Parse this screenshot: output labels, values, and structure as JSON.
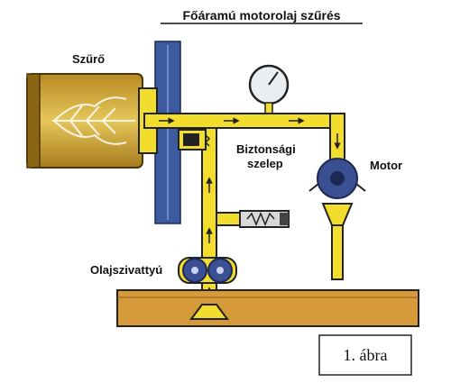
{
  "title": "Főáramú motorolaj szűrés",
  "labels": {
    "filter": "Szűrő",
    "safety_valve_line1": "Biztonsági",
    "safety_valve_line2": "szelep",
    "motor": "Motor",
    "oil_pump": "Olajszivattyú"
  },
  "figure_label": "1. ábra",
  "colors": {
    "oil": "#f2dc2c",
    "pipe_outline": "#222222",
    "mounting_plate": "#3b5aa0",
    "filter_housing": "#c49a2c",
    "sump_oil": "#d79a3b",
    "pump_blue": "#3b4f93"
  }
}
